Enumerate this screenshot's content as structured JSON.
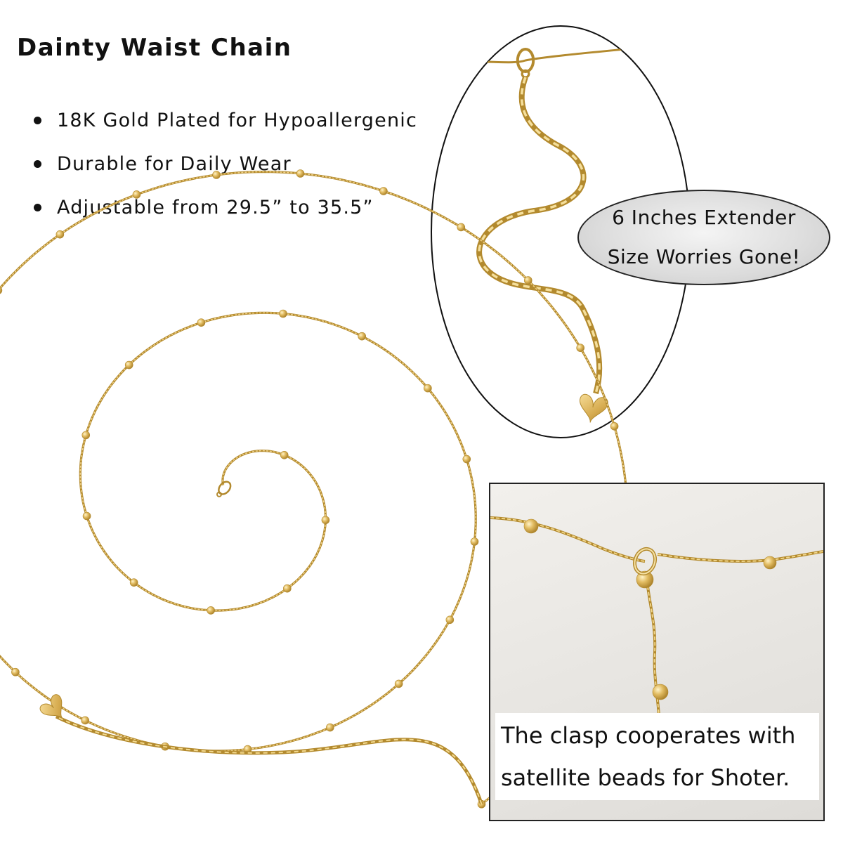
{
  "title": "Dainty Waist Chain",
  "features": [
    "18K Gold Plated for Hypoallergenic",
    "Durable for Daily Wear",
    "Adjustable from 29.5” to 35.5”"
  ],
  "extender_badge": {
    "line1": "6 Inches Extender",
    "line2": "Size Worries Gone!"
  },
  "clasp_caption": {
    "line1": "The clasp cooperates with",
    "line2": "satellite beads for Shoter."
  },
  "colors": {
    "gold": "#d8b45a",
    "gold_dark": "#b38a2e",
    "gold_light": "#f3d98e"
  }
}
